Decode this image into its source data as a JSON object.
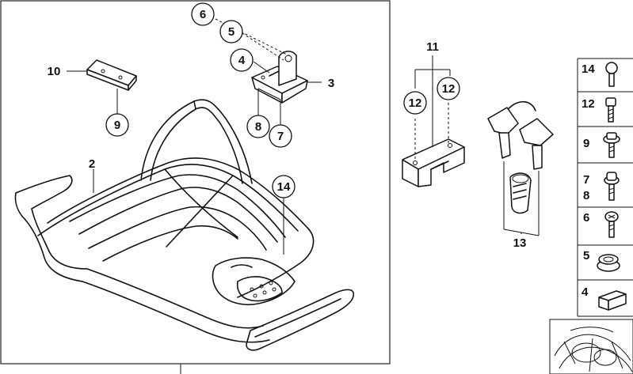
{
  "callouts": [
    {
      "id": "c2",
      "label": "2",
      "circled": false
    },
    {
      "id": "c3",
      "label": "3",
      "circled": false
    },
    {
      "id": "c4",
      "label": "4",
      "circled": true
    },
    {
      "id": "c5",
      "label": "5",
      "circled": true
    },
    {
      "id": "c6",
      "label": "6",
      "circled": true
    },
    {
      "id": "c7",
      "label": "7",
      "circled": true
    },
    {
      "id": "c8",
      "label": "8",
      "circled": true
    },
    {
      "id": "c9",
      "label": "9",
      "circled": true
    },
    {
      "id": "c10",
      "label": "10",
      "circled": false
    },
    {
      "id": "c11",
      "label": "11",
      "circled": false
    },
    {
      "id": "c12a",
      "label": "12",
      "circled": true
    },
    {
      "id": "c12b",
      "label": "12",
      "circled": true
    },
    {
      "id": "c13",
      "label": "13",
      "circled": false
    },
    {
      "id": "c14",
      "label": "14",
      "circled": true
    }
  ],
  "legend": [
    {
      "label": "14",
      "icon": "round-head-pin-icon"
    },
    {
      "label": "12",
      "icon": "socket-head-screw-icon"
    },
    {
      "label": "9",
      "icon": "flange-screw-icon"
    },
    {
      "label": "7\n8",
      "icon": "washer-screw-icon"
    },
    {
      "label": "6",
      "icon": "cross-head-screw-icon"
    },
    {
      "label": "5",
      "icon": "bushing-icon"
    },
    {
      "label": "4",
      "icon": "rubber-block-icon"
    }
  ]
}
